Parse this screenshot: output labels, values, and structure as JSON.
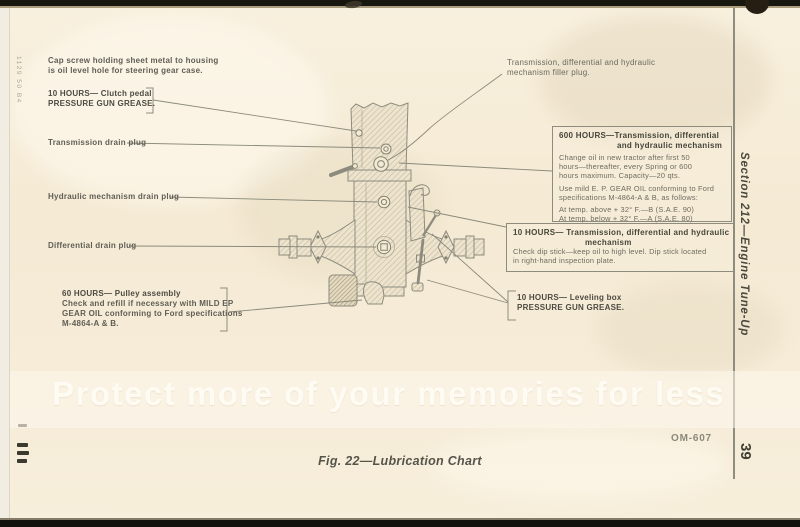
{
  "labels": {
    "cap_screw": {
      "line1": "Cap screw holding sheet metal to housing",
      "line2": "is oil level hole for steering gear case."
    },
    "clutch": {
      "line1": "10 HOURS— Clutch pedal",
      "line2": "PRESSURE GUN GREASE."
    },
    "transmission_drain": "Transmission drain plug",
    "hydraulic_drain": "Hydraulic mechanism drain plug",
    "differential_drain": "Differential drain plug",
    "pulley_box": {
      "line1": "60 HOURS— Pulley assembly",
      "line2": "Check and refill if necessary with MILD EP",
      "line3": "GEAR OIL conforming to Ford specifications",
      "line4": "M-4864-A & B."
    },
    "filler_plug": {
      "line1": "Transmission, differential and hydraulic",
      "line2": "mechanism filler plug."
    },
    "hours600": {
      "header1": "600 HOURS—Transmission, differential",
      "header2": "and hydraulic mechanism",
      "body1": "Change oil in new tractor after first 50",
      "body2": "hours—thereafter, every Spring or 600",
      "body3": "hours maximum. Capacity—20 qts.",
      "body4": "Use mild E. P. GEAR OIL conforming to Ford",
      "body5": "specifications M-4864-A & B, as follows:",
      "body6": "At temp. above + 32° F.—B (S.A.E. 90)",
      "body7": "At temp. below + 32° F.—A (S.A.E. 80)"
    },
    "hours10_trans": {
      "line1": "10 HOURS— Transmission, differential and hydraulic",
      "line2": "mechanism",
      "line3": "Check dip stick—keep oil to high level. Dip stick located",
      "line4": "in right-hand inspection plate."
    },
    "leveling": {
      "line1": "10 HOURS— Leveling box",
      "line2": "PRESSURE GUN GREASE."
    }
  },
  "margin": {
    "section_tab": "Section 212—Engine Tune-Up",
    "page_number": "39",
    "doc_code": "OM-607",
    "edge_stamp": "1129 50 B4"
  },
  "caption": "Fig. 22—Lubrication Chart",
  "watermark": "Protect more of your memories for less",
  "colors": {
    "paper": "#f5ead4",
    "ink": "#5f5e55",
    "line": "#8b8a7c",
    "edge_black": "#18170f"
  }
}
